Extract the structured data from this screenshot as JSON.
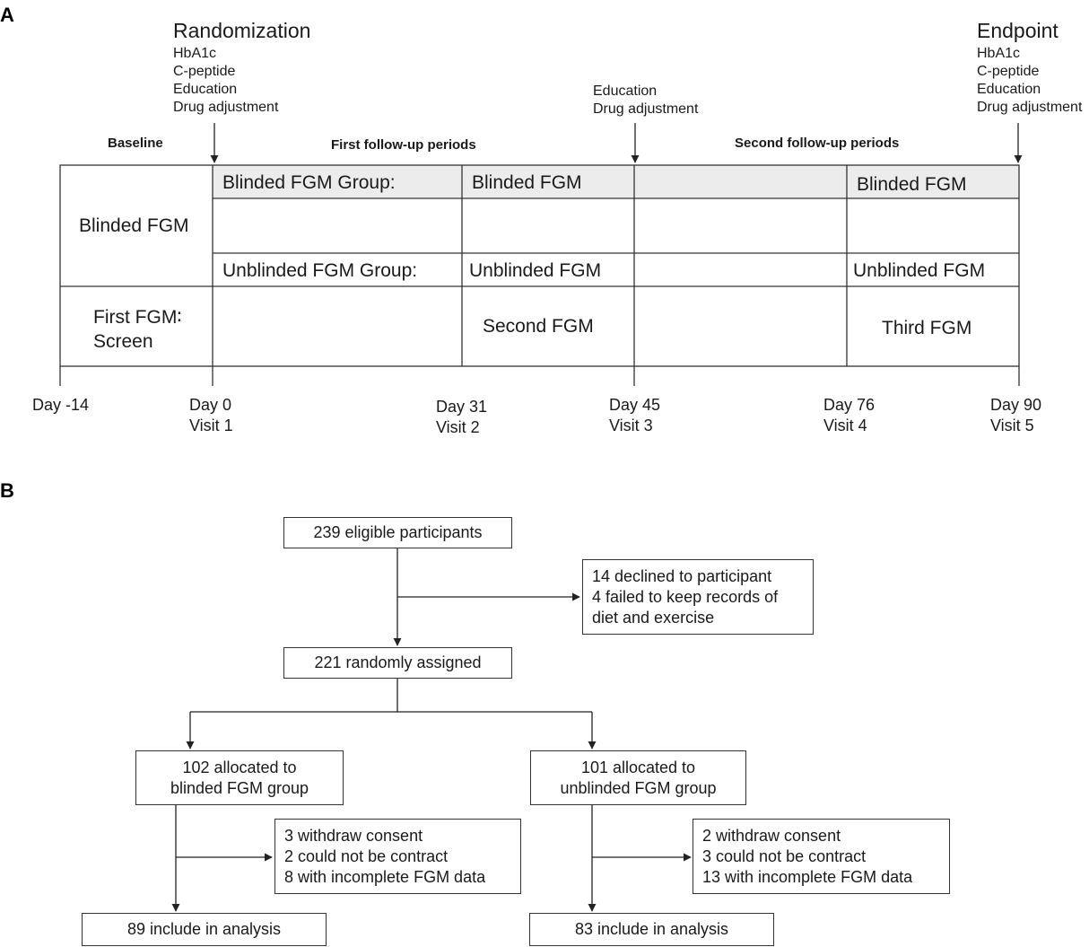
{
  "panel_a": {
    "label": "A",
    "randomization": {
      "title": "Randomization",
      "items": [
        "HbA1c",
        "C-peptide",
        "Education",
        "Drug adjustment"
      ]
    },
    "endpoint": {
      "title": "Endpoint",
      "items": [
        "HbA1c",
        "C-peptide",
        "Education",
        "Drug adjustment"
      ]
    },
    "mid_notes": [
      "Education",
      "Drug adjustment"
    ],
    "baseline": "Baseline",
    "first_followup": "First follow-up periods",
    "second_followup": "Second follow-up periods",
    "cells": {
      "blinded_fgm_left": "Blinded FGM",
      "blinded_group": "Blinded FGM Group:",
      "blinded_fgm_2": "Blinded FGM",
      "blinded_fgm_4": "Blinded FGM",
      "unblinded_group": "Unblinded FGM Group:",
      "unblinded_fgm_2": "Unblinded FGM",
      "unblinded_fgm_4": "Unblinded FGM",
      "first_fgm_line1": "First FGM∶",
      "first_fgm_line2": "Screen",
      "second_fgm": "Second FGM",
      "third_fgm": "Third FGM"
    },
    "days": [
      {
        "day": "Day -14",
        "visit": ""
      },
      {
        "day": "Day 0",
        "visit": "Visit 1"
      },
      {
        "day": "Day 31",
        "visit": "Visit 2"
      },
      {
        "day": "Day 45",
        "visit": "Visit 3"
      },
      {
        "day": "Day 76",
        "visit": "Visit 4"
      },
      {
        "day": "Day 90",
        "visit": "Visit 5"
      }
    ],
    "header_fill": "#ececec"
  },
  "panel_b": {
    "label": "B",
    "eligible": "239 eligible participants",
    "excluded": [
      "14 declined to participant",
      "4 failed to keep records of",
      "diet and exercise"
    ],
    "randomized": "221 randomly assigned",
    "blinded_alloc": [
      "102 allocated to",
      "blinded FGM group"
    ],
    "unblinded_alloc": [
      "101 allocated to",
      "unblinded FGM group"
    ],
    "blinded_loss": [
      "3 withdraw consent",
      "2 could not be contract",
      "8 with incomplete FGM data"
    ],
    "unblinded_loss": [
      "2 withdraw consent",
      "3 could not be contract",
      "13 with incomplete FGM data"
    ],
    "blinded_analysis": "89 include in analysis",
    "unblinded_analysis": "83 include in analysis"
  }
}
